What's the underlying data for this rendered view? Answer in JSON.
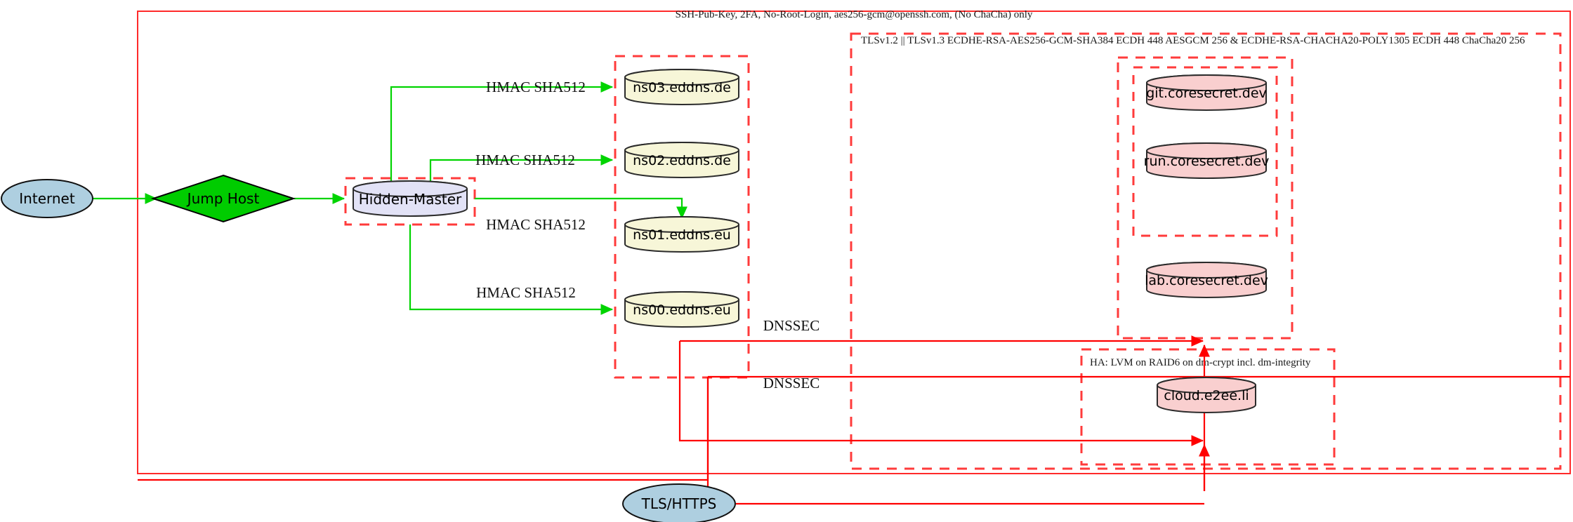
{
  "diagram": {
    "title": "DNS and hosting infrastructure security diagram",
    "colors": {
      "boundary_red": "#ff2a2a",
      "edge_green": "#00d400",
      "edge_red": "#ff0000",
      "node_lavender": "#e2e2f6",
      "node_yellow": "#f7f6d8",
      "node_pink": "#f9cfcf",
      "node_blue": "#aecfe0",
      "node_green": "#00cc00"
    },
    "clusters": {
      "ssh_boundary": {
        "label": "SSH-Pub-Key, 2FA, No-Root-Login, aes256-gcm@openssh.com, (No ChaCha) only"
      },
      "tls_boundary": {
        "label": "TLSv1.2 || TLSv1.3 ECDHE-RSA-AES256-GCM-SHA384 ECDH 448 AESGCM 256 & ECDHE-RSA-CHACHA20-POLY1305 ECDH 448 ChaCha20 256"
      },
      "ha_boundary": {
        "label": "HA: LVM on RAID6 on dm-crypt incl. dm-integrity"
      },
      "hidden_master_boundary": {
        "label": ""
      },
      "nameserver_boundary": {
        "label": ""
      },
      "coresecret_outer_boundary": {
        "label": ""
      },
      "coresecret_inner_boundary": {
        "label": ""
      }
    },
    "nodes": [
      {
        "id": "internet",
        "label": "Internet",
        "shape": "ellipse",
        "fill": "blue"
      },
      {
        "id": "jumphost",
        "label": "Jump Host",
        "shape": "diamond",
        "fill": "green"
      },
      {
        "id": "hidden-master",
        "label": "Hidden-Master",
        "shape": "cylinder",
        "fill": "lavender"
      },
      {
        "id": "ns03",
        "label": "ns03.eddns.de",
        "shape": "cylinder",
        "fill": "yellow"
      },
      {
        "id": "ns02",
        "label": "ns02.eddns.de",
        "shape": "cylinder",
        "fill": "yellow"
      },
      {
        "id": "ns01",
        "label": "ns01.eddns.eu",
        "shape": "cylinder",
        "fill": "yellow"
      },
      {
        "id": "ns00",
        "label": "ns00.eddns.eu",
        "shape": "cylinder",
        "fill": "yellow"
      },
      {
        "id": "git",
        "label": "git.coresecret.dev",
        "shape": "cylinder",
        "fill": "pink"
      },
      {
        "id": "run",
        "label": "run.coresecret.dev",
        "shape": "cylinder",
        "fill": "pink"
      },
      {
        "id": "lab",
        "label": "lab.coresecret.dev",
        "shape": "cylinder",
        "fill": "pink"
      },
      {
        "id": "cloud",
        "label": "cloud.e2ee.li",
        "shape": "cylinder",
        "fill": "pink"
      },
      {
        "id": "tls-https",
        "label": "TLS/HTTPS",
        "shape": "ellipse",
        "fill": "blue"
      }
    ],
    "edge_labels": {
      "hmac_ns03": "HMAC SHA512",
      "hmac_ns02": "HMAC SHA512",
      "hmac_ns01": "HMAC SHA512",
      "hmac_ns00": "HMAC SHA512",
      "dnssec_upper": "DNSSEC",
      "dnssec_lower": "DNSSEC"
    }
  }
}
